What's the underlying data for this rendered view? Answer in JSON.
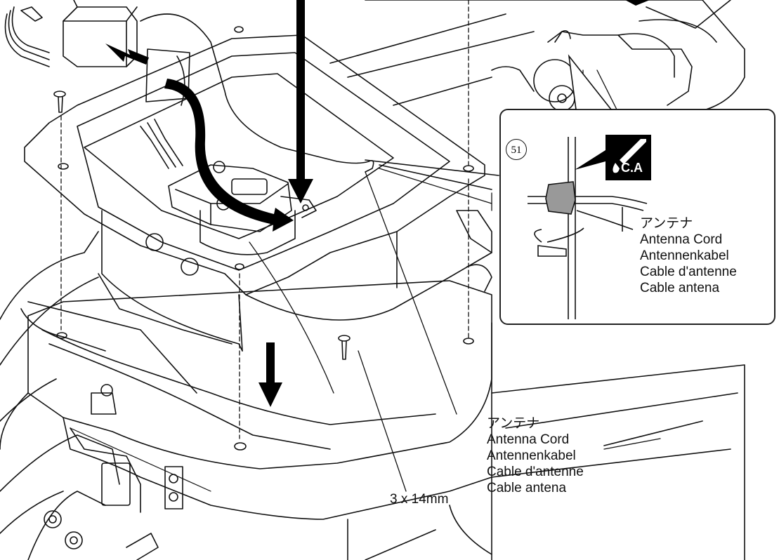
{
  "labels": {
    "antenna_inset": [
      "アンテナ",
      "Antenna Cord",
      "Antennenkabel",
      "Cable d'antenne",
      "Cable antena"
    ],
    "antenna_main": [
      "アンテナ",
      "Antenna Cord",
      "Antennenkabel",
      "Cable d'antenne",
      "Cable antena"
    ],
    "screw_size": "3 x 14mm"
  },
  "callout": {
    "part_number": "51",
    "adhesive": "C.A"
  }
}
